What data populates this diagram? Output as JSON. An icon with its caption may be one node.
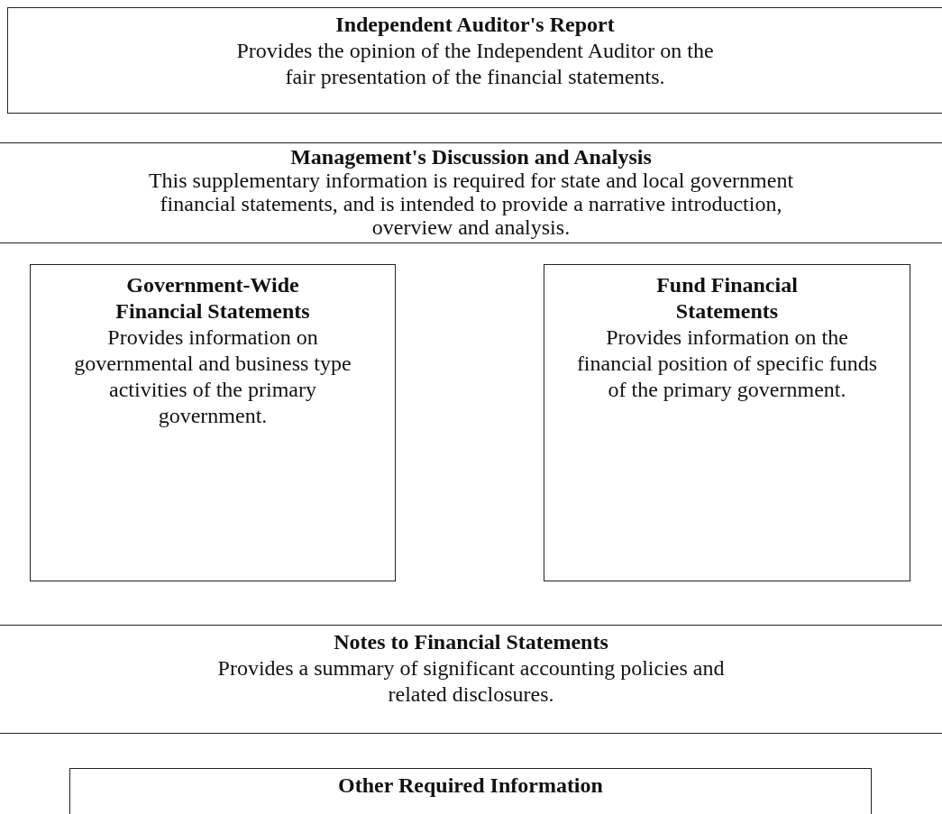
{
  "diagram": {
    "nodes": [
      {
        "text": [
          "Independent Auditor's Report",
          "Provides the opinion of the Independent Auditor on the fair presentation of the financial statements."
        ]
      },
      {
        "text": [
          "Management's Discussion and Analysis",
          "This supplementary information is required for state and local government financial statements, and is intended to provide a narrative introduction, overview and analysis."
        ]
      },
      {
        "text": [
          "Government-Wide Financial Statements",
          "Provides information on governmental and business type activities of the primary government."
        ]
      },
      {
        "text": [
          "Fund Financial Statements",
          "Provides information on the financial position of specific funds of the primary government."
        ]
      },
      {
        "text": [
          "Notes to Financial Statements",
          "Provides a summary of significant accounting policies and related disclosures."
        ]
      },
      {
        "text": [
          "Other Required Information"
        ]
      }
    ]
  }
}
